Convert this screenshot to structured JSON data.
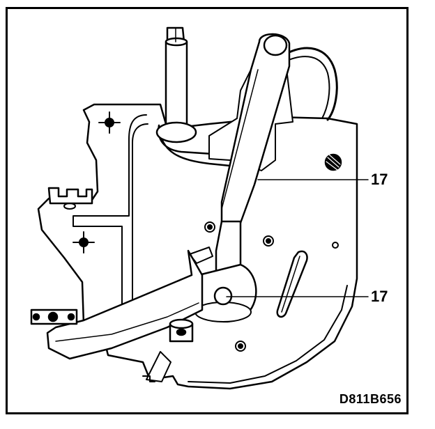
{
  "callouts": [
    {
      "id": "callout-upper",
      "label": "17"
    },
    {
      "id": "callout-lower",
      "label": "17"
    }
  ],
  "reference_code": "D811B656",
  "colors": {
    "ink": "#000000",
    "paper": "#ffffff"
  }
}
